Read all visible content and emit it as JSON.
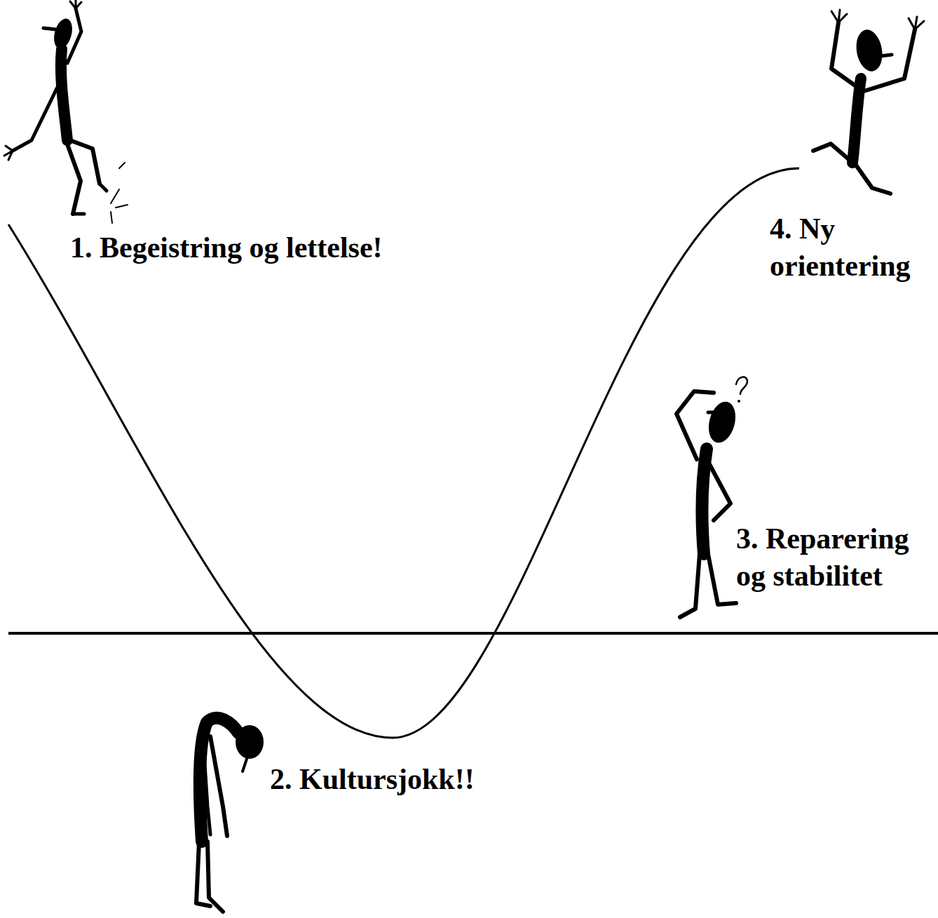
{
  "diagram": {
    "labels": [
      "1. Begeistring og lettelse!",
      "2. Kultursjokk!!",
      "3. Reparering og stabilitet",
      "4. Ny orientering"
    ]
  }
}
